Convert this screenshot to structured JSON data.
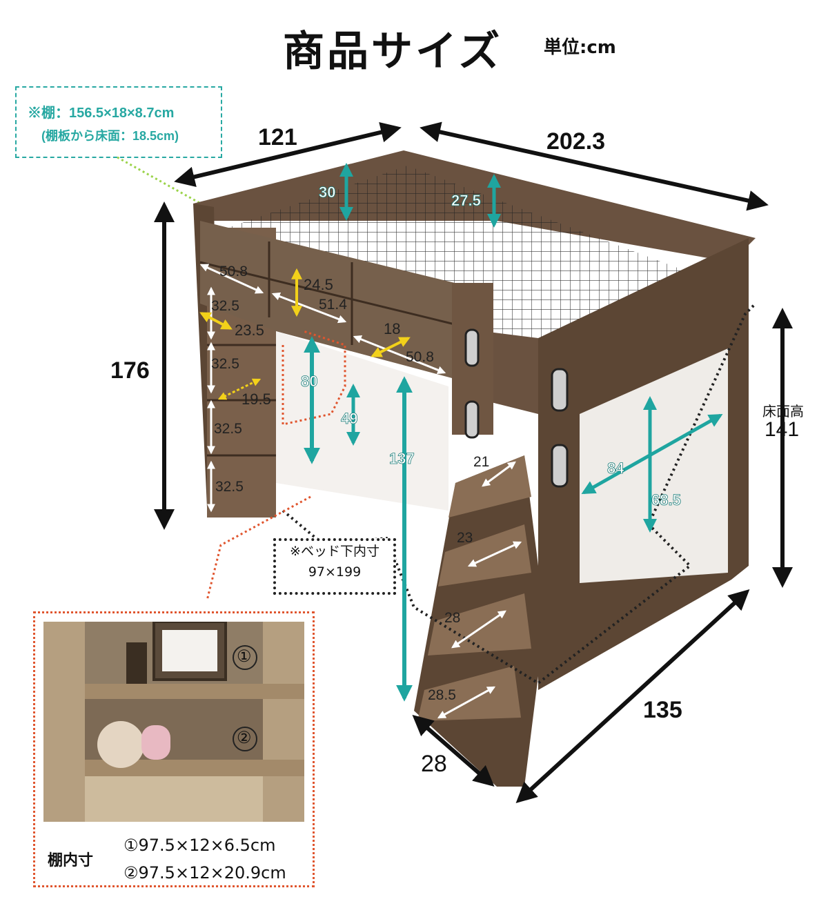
{
  "header": {
    "title": "商品サイズ",
    "unit": "単位:cm"
  },
  "shelf_note": {
    "line1": "※棚：156.5×18×8.7cm",
    "line2": "(棚板から床面：18.5cm)"
  },
  "dimensions": {
    "width": "121",
    "length": "202.3",
    "height": "176",
    "depth": "135",
    "ladder_depth": "28",
    "guard_left": "30",
    "guard_right": "27.5",
    "shelf_w1": "50.8",
    "shelf_h1": "24.5",
    "shelf_w2": "51.4",
    "shelf_d1": "18",
    "shelf_w3": "50.8",
    "side_d": "23.5",
    "side_d2": "19.5",
    "side_h1": "32.5",
    "side_h2": "32.5",
    "side_h3": "32.5",
    "side_h4": "32.5",
    "under_h": "80",
    "under_h2": "49",
    "under_h3": "137",
    "step1": "21",
    "step2": "23",
    "step3": "28",
    "step4": "28.5",
    "window_w": "84",
    "window_h": "68.5",
    "floor_label": "床面高",
    "floor_value": "141"
  },
  "under_note": {
    "line1": "※ベッド下内寸",
    "line2": "97×199"
  },
  "inset": {
    "label": "棚内寸",
    "row1": "①97.5×12×6.5cm",
    "row2": "②97.5×12×20.9cm",
    "marker1": "①",
    "marker2": "②"
  },
  "colors": {
    "teal": "#1fa5a0",
    "yellow": "#f2d11a",
    "wood_dark": "#5c4634",
    "wood_mid": "#6f5642",
    "note_orange": "#e0552e"
  }
}
